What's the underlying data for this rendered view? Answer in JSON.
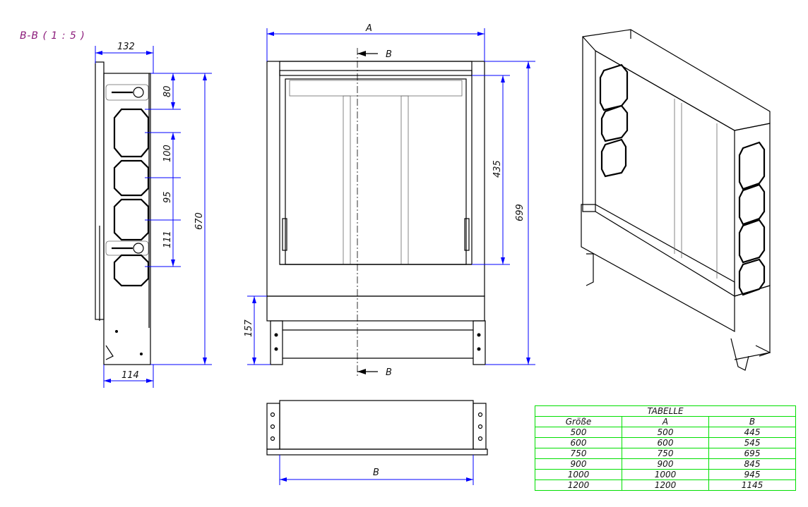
{
  "section_title": "B-B ( 1 : 5 )",
  "side_view": {
    "dims": {
      "top_width": "132",
      "bottom_width": "114",
      "d80": "80",
      "d100": "100",
      "d95": "95",
      "d111": "111",
      "height": "670"
    }
  },
  "front_view": {
    "dims": {
      "width": "A",
      "inner_height": "435",
      "total_height": "699",
      "base_height": "157"
    },
    "section_marker_top": "B",
    "section_marker_bottom": "B"
  },
  "plan_view": {
    "dims": {
      "width": "B"
    }
  },
  "table": {
    "title": "TABELLE",
    "headers": [
      "Größe",
      "A",
      "B"
    ],
    "rows": [
      [
        "500",
        "500",
        "445"
      ],
      [
        "600",
        "600",
        "545"
      ],
      [
        "750",
        "750",
        "695"
      ],
      [
        "900",
        "900",
        "845"
      ],
      [
        "1000",
        "1000",
        "945"
      ],
      [
        "1200",
        "1200",
        "1145"
      ]
    ]
  },
  "colors": {
    "dimension": "#0000ff",
    "title": "#8b1a7a",
    "table_border": "#ff0000",
    "table_grid": "#00e000"
  }
}
